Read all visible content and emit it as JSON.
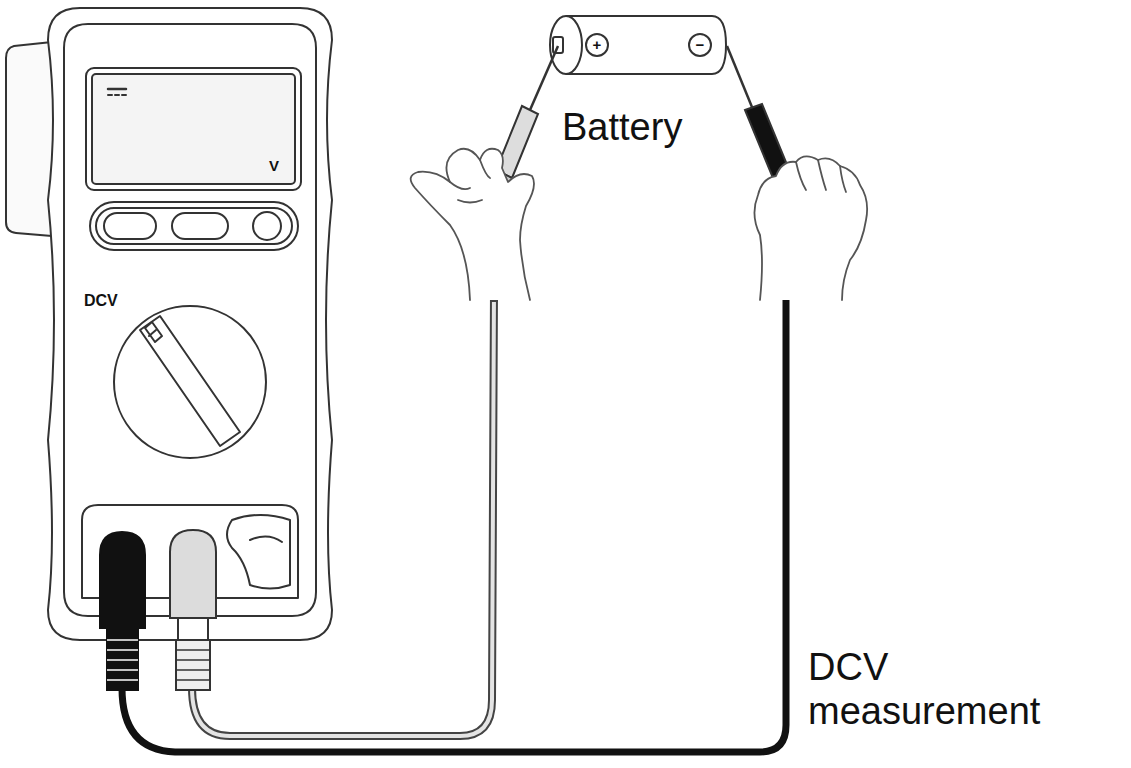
{
  "diagram": {
    "labels": [
      "DCV",
      "V",
      "+",
      "−",
      "Battery",
      "DCV measurement"
    ]
  }
}
